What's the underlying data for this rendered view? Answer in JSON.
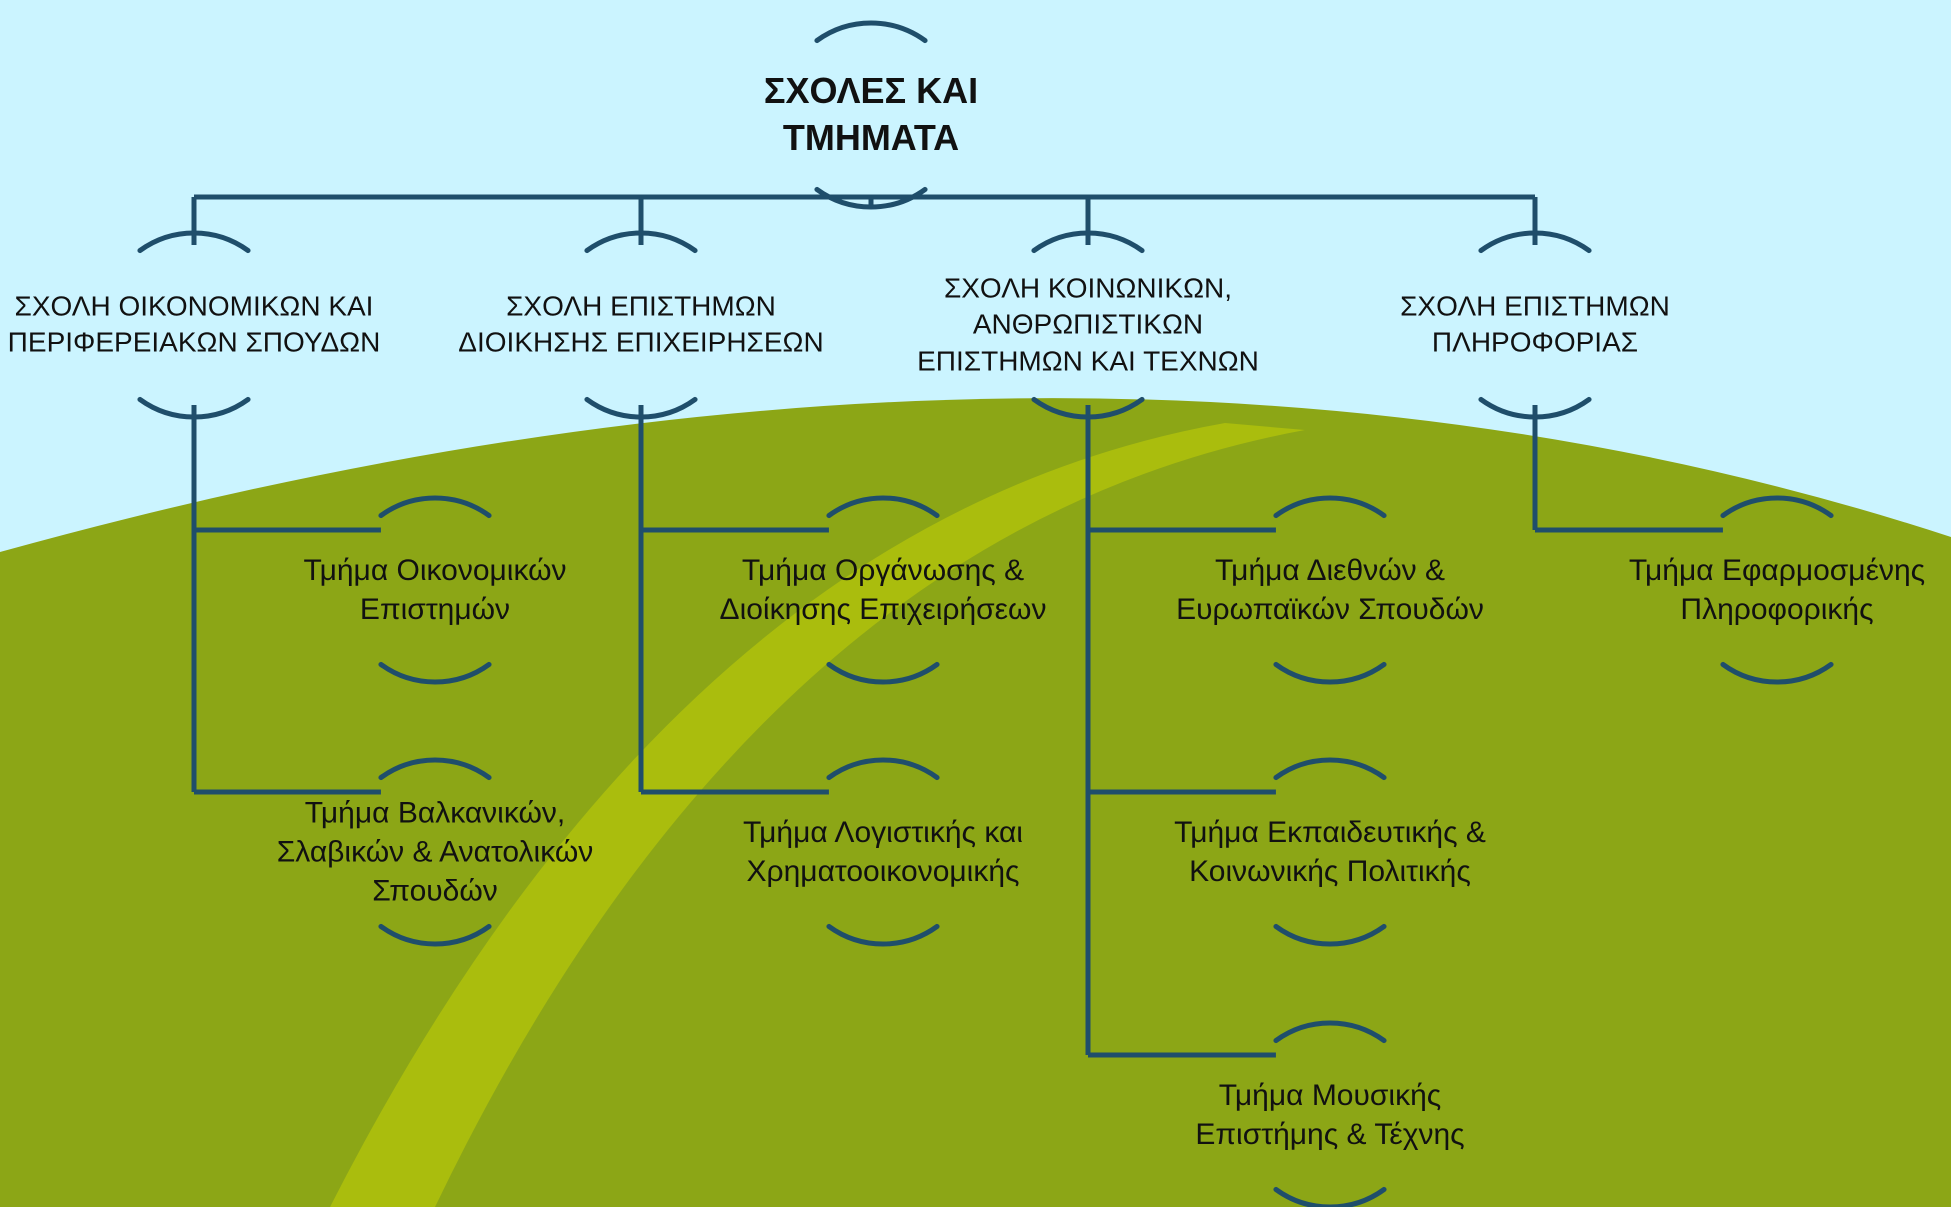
{
  "colors": {
    "sky": "#CBF4FF",
    "hill": "#8CA616",
    "stripe": "#AABD0D",
    "connector": "#1F4E6B",
    "text": "#111111"
  },
  "root": {
    "title_line1": "ΣΧΟΛΕΣ ΚΑΙ",
    "title_line2": "ΤΜΗΜΑΤΑ"
  },
  "schools": [
    {
      "line1": "ΣΧΟΛΗ ΟΙΚΟΝΟΜΙΚΩΝ ΚΑΙ",
      "line2": "ΠΕΡΙΦΕΡΕΙΑΚΩΝ ΣΠΟΥΔΩΝ",
      "line3": "",
      "departments": [
        {
          "line1": "Τμήμα Οικονομικών",
          "line2": "Επιστημών",
          "line3": ""
        },
        {
          "line1": "Τμήμα Βαλκανικών,",
          "line2": "Σλαβικών & Ανατολικών",
          "line3": "Σπουδών"
        }
      ]
    },
    {
      "line1": "ΣΧΟΛΗ ΕΠΙΣΤΗΜΩΝ",
      "line2": "ΔΙΟΙΚΗΣΗΣ ΕΠΙΧΕΙΡΗΣΕΩΝ",
      "line3": "",
      "departments": [
        {
          "line1": "Τμήμα Οργάνωσης &",
          "line2": "Διοίκησης Επιχειρήσεων",
          "line3": ""
        },
        {
          "line1": "Τμήμα Λογιστικής και",
          "line2": "Χρηματοοικονομικής",
          "line3": ""
        }
      ]
    },
    {
      "line1": "ΣΧΟΛΗ ΚΟΙΝΩΝΙΚΩΝ,",
      "line2": "ΑΝΘΡΩΠΙΣΤΙΚΩΝ",
      "line3": "ΕΠΙΣΤΗΜΩΝ ΚΑΙ ΤΕΧΝΩΝ",
      "departments": [
        {
          "line1": "Τμήμα Διεθνών &",
          "line2": "Ευρωπαϊκών Σπουδών",
          "line3": ""
        },
        {
          "line1": "Τμήμα Εκπαιδευτικής &",
          "line2": "Κοινωνικής Πολιτικής",
          "line3": ""
        },
        {
          "line1": "Τμήμα Μουσικής",
          "line2": "Επιστήμης & Τέχνης",
          "line3": ""
        }
      ]
    },
    {
      "line1": "ΣΧΟΛΗ ΕΠΙΣΤΗΜΩΝ",
      "line2": "ΠΛΗΡΟΦΟΡΙΑΣ",
      "line3": "",
      "departments": [
        {
          "line1": "Τμήμα Εφαρμοσμένης",
          "line2": "Πληροφορικής",
          "line3": ""
        }
      ]
    }
  ]
}
